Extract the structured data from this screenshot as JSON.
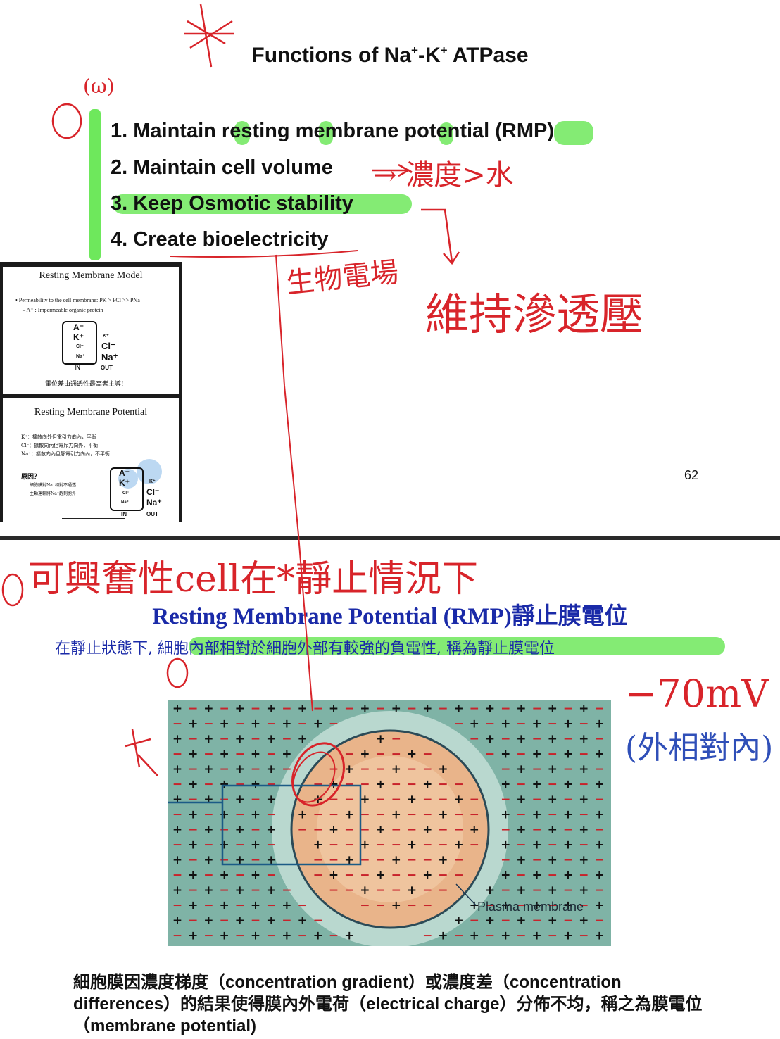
{
  "slide_top": {
    "title_main": "Functions of Na",
    "title_sup1": "+",
    "title_mid": "-K",
    "title_sup2": "+",
    "title_end": " ATPase",
    "functions": [
      "1. Maintain resting membrane potential (RMP)",
      "2. Maintain cell volume",
      "3. Keep Osmotic stability",
      "4. Create bioelectricity"
    ],
    "page_number": "62"
  },
  "thumbnails": {
    "model": {
      "title": "Resting Membrane Model",
      "bullet": "• Permeability to the cell membrane: PK > PCl >> PNa",
      "sub_bullet": "– A⁻ : Impermeable organic protein",
      "labels_in": [
        "A⁻",
        "K⁺",
        "Cl⁻",
        "Na⁺"
      ],
      "labels_out": [
        "K⁺",
        "Cl⁻",
        "Na⁺"
      ],
      "in_label": "IN",
      "out_label": "OUT",
      "note": "電位差由通透性最高者主導!"
    },
    "potential": {
      "title": "Resting Membrane Potential",
      "lines": [
        "K⁺：擴散向外但電引力向內，平衡",
        "Cl⁻：擴散向內但電斥力向外，平衡",
        "Na⁺：擴散向內且靜電引力向內，不平衡"
      ],
      "reason_label": "原因？",
      "reason_lines": [
        "細胞膜對Na⁺相對不通透",
        "主動運輸將Na⁺趕到胞外"
      ],
      "labels_in": [
        "A⁻",
        "K⁺",
        "Cl⁻",
        "Na⁺"
      ],
      "labels_out": [
        "K⁺",
        "Cl⁻",
        "Na⁺"
      ],
      "in_label": "IN",
      "out_label": "OUT"
    }
  },
  "slide_bottom": {
    "title": "Resting Membrane Potential (RMP)靜止膜電位",
    "subtitle": "在靜止狀態下, 細胞內部相對於細胞外部有較強的負電性, 稱為靜止膜電位",
    "figure_label": "Plasma membrane",
    "caption": "細胞膜因濃度梯度（concentration gradient）或濃度差（concentration differences）的結果使得膜內外電荷（electrical charge）分佈不均，稱之為膜電位（membrane potential)"
  },
  "annotations": {
    "item1_mark": "(ω)",
    "volume_note": "→ 濃度>水",
    "osmotic_note": "維持滲透壓",
    "bioelectric_note": "生物電場",
    "excitable_note": "可興奮性cell在*靜止情況下",
    "voltage_note": "−70mV",
    "relative_note": "(外相對內)"
  },
  "colors": {
    "highlight_green": "#6ee85c",
    "slide_blue": "#1a2aa8",
    "ink_red": "#d8242a",
    "ink_blue": "#2f4fb8",
    "figure_bg": "#7fb3a6",
    "cell_inner": "#e9b48a",
    "cell_ring": "#b9d8cf"
  }
}
